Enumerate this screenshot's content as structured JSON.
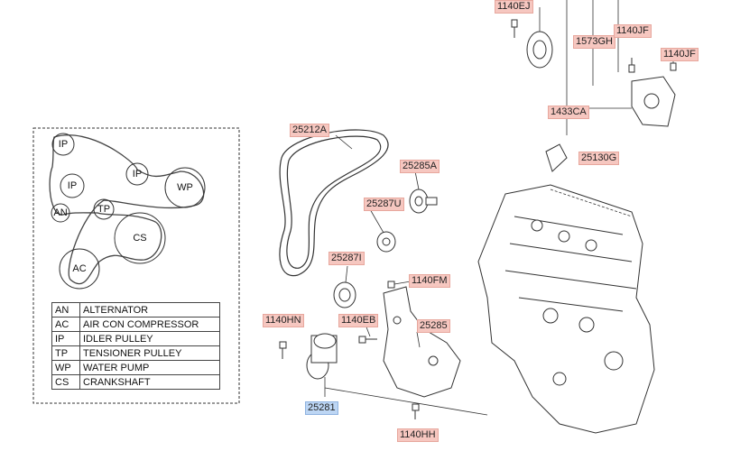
{
  "part_labels": {
    "p1140EJ": "1140EJ",
    "p1573GH": "1573GH",
    "p1140JF_a": "1140JF",
    "p1140JF_b": "1140JF",
    "p1433CA": "1433CA",
    "p25130G": "25130G",
    "p25212A": "25212A",
    "p25285A": "25285A",
    "p25287U": "25287U",
    "p25287I": "25287I",
    "p1140FM": "1140FM",
    "p1140HN": "1140HN",
    "p1140EB": "1140EB",
    "p25285": "25285",
    "p25281": "25281",
    "p1140HH": "1140HH"
  },
  "belt_routing": {
    "IP1": "IP",
    "IP2": "IP",
    "IP3": "IP",
    "WP": "WP",
    "TP": "TP",
    "AN": "AN",
    "CS": "CS",
    "AC": "AC"
  },
  "legend": [
    {
      "abbr": "AN",
      "desc": "ALTERNATOR"
    },
    {
      "abbr": "AC",
      "desc": "AIR CON COMPRESSOR"
    },
    {
      "abbr": "IP",
      "desc": "IDLER PULLEY"
    },
    {
      "abbr": "TP",
      "desc": "TENSIONER PULLEY"
    },
    {
      "abbr": "WP",
      "desc": "WATER PUMP"
    },
    {
      "abbr": "CS",
      "desc": "CRANKSHAFT"
    }
  ],
  "colors": {
    "label_bg": "#f6c7c0",
    "selected_label_bg": "#bdd6f4"
  }
}
